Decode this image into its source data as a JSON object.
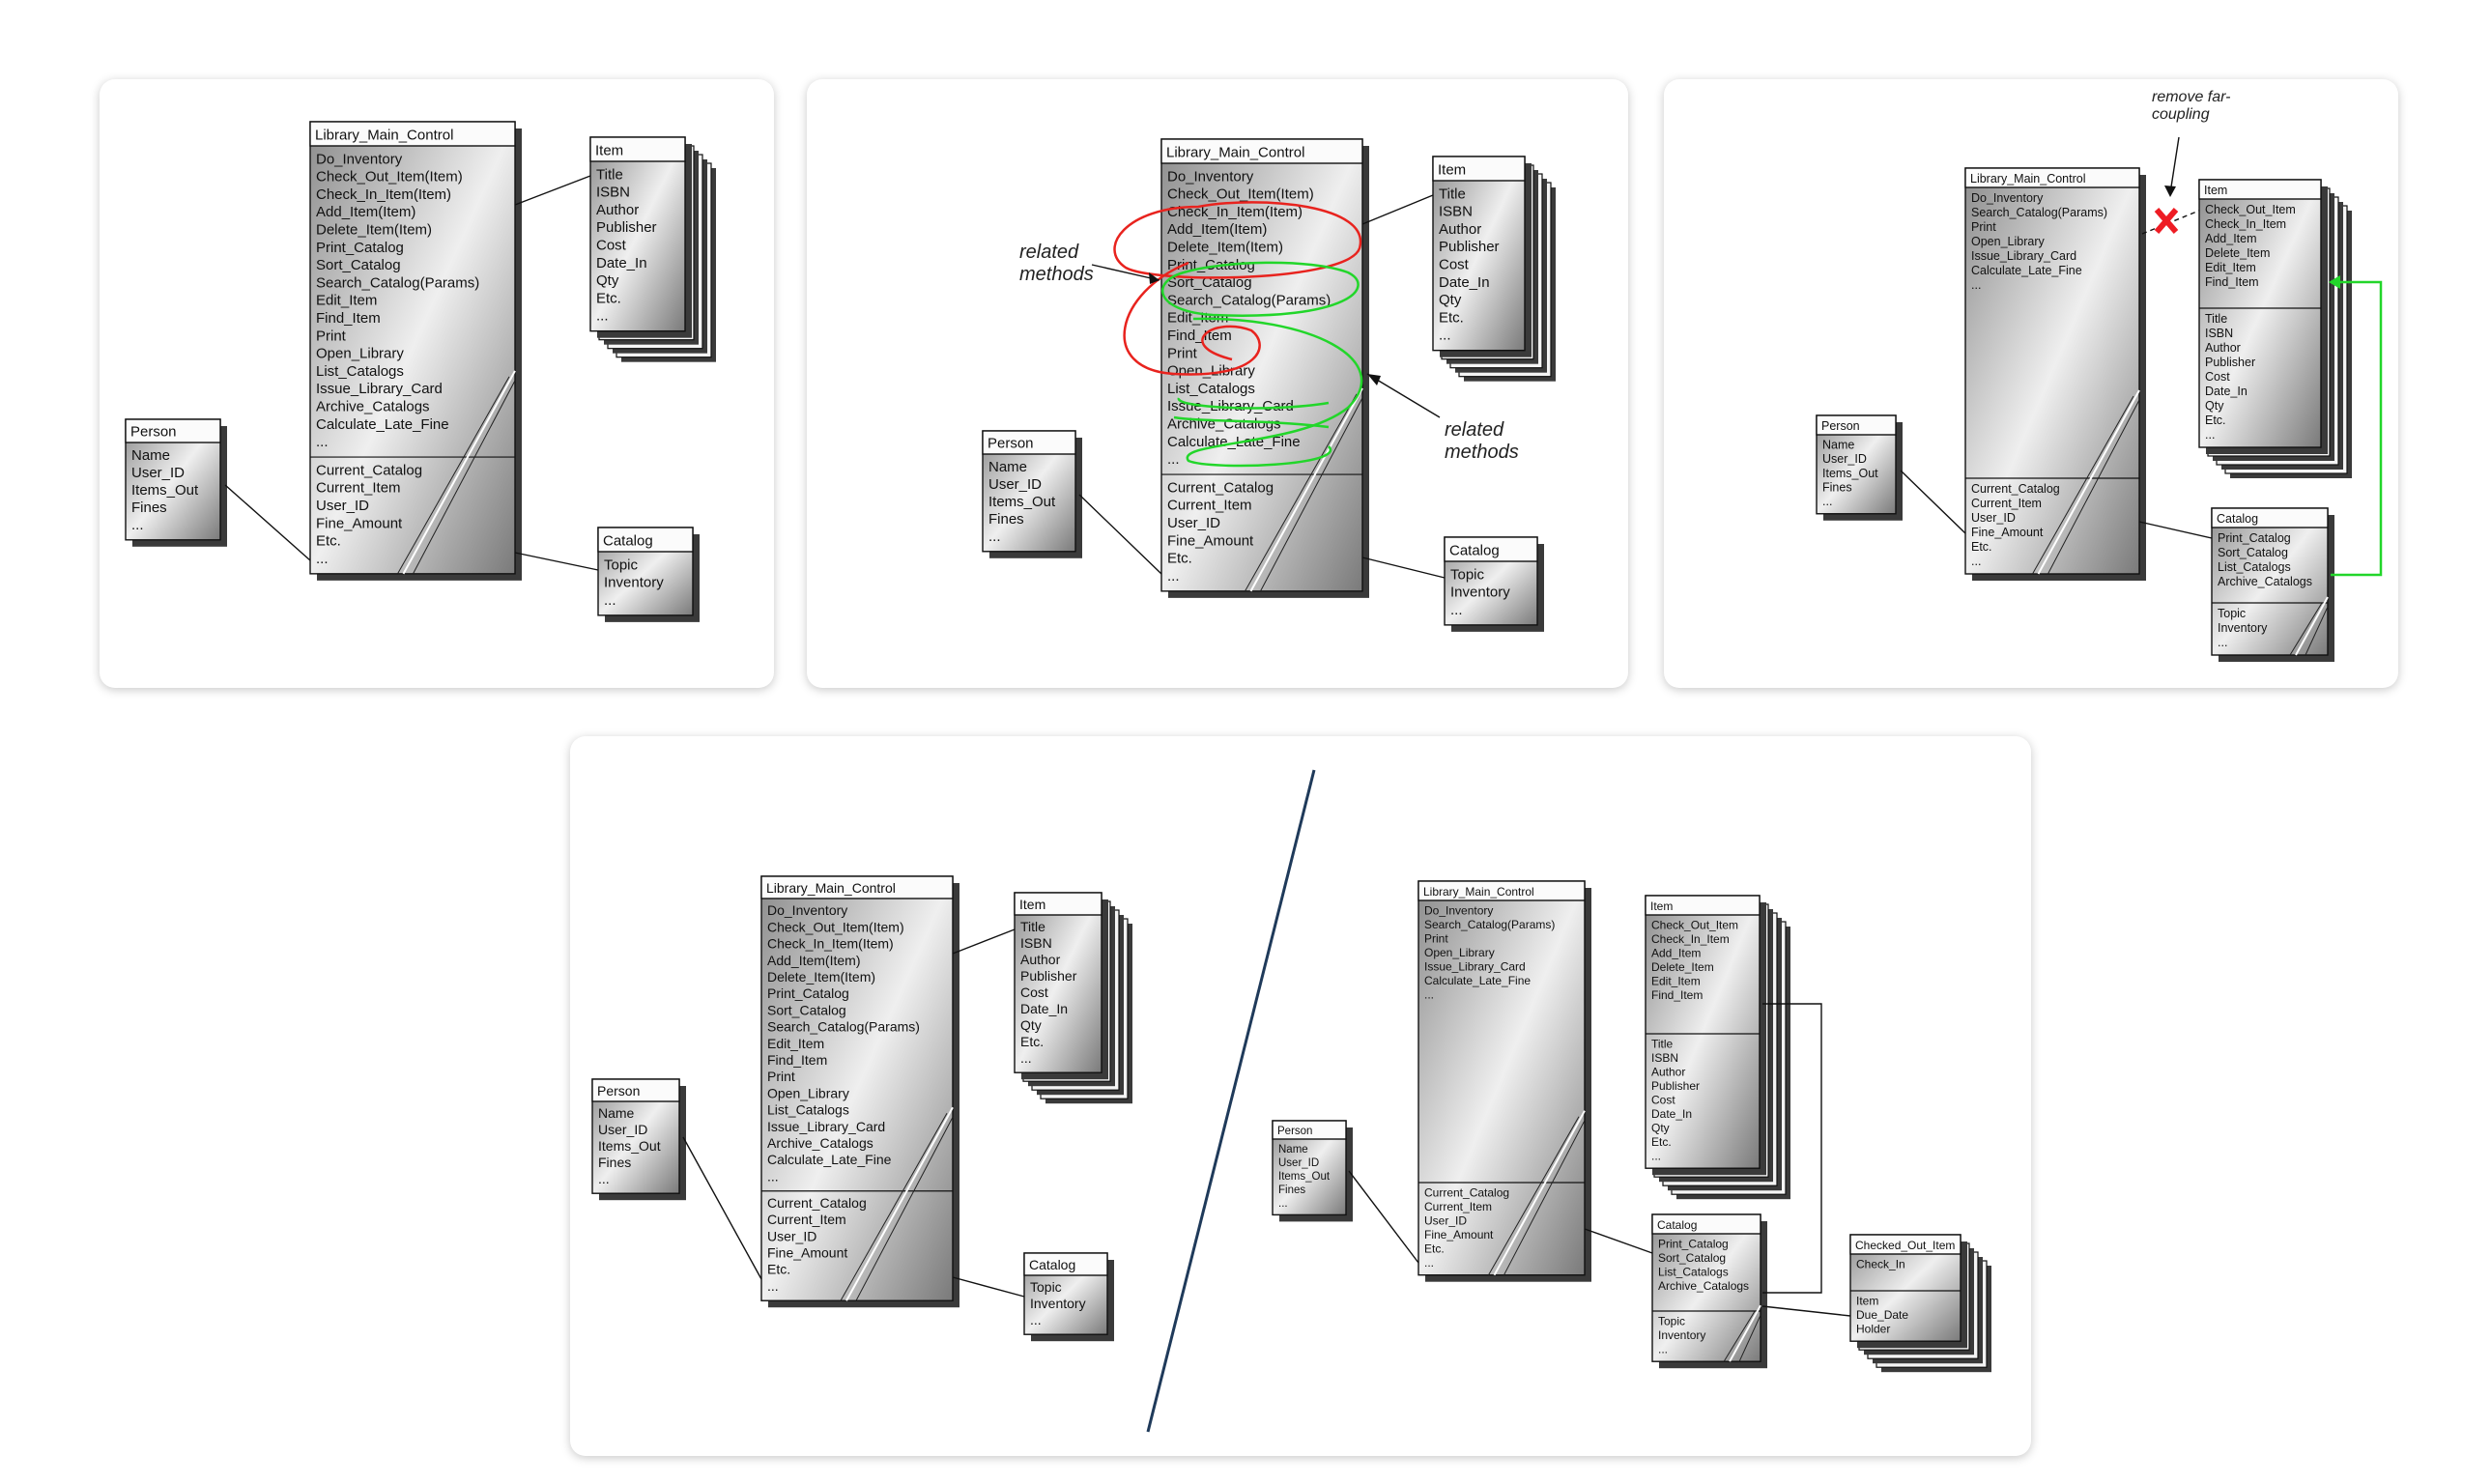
{
  "panels": [
    {
      "classes": {
        "lmc": {
          "title": "Library_Main_Control",
          "methods": [
            "Do_Inventory",
            "Check_Out_Item(Item)",
            "Check_In_Item(Item)",
            "Add_Item(Item)",
            "Delete_Item(Item)",
            "Print_Catalog",
            "Sort_Catalog",
            "Search_Catalog(Params)",
            "Edit_Item",
            "Find_Item",
            "Print",
            "Open_Library",
            "List_Catalogs",
            "Issue_Library_Card",
            "Archive_Catalogs",
            "Calculate_Late_Fine",
            "..."
          ],
          "attributes": [
            "Current_Catalog",
            "Current_Item",
            "User_ID",
            "Fine_Amount",
            "Etc.",
            "..."
          ]
        },
        "item": {
          "title": "Item",
          "attributes": [
            "Title",
            "ISBN",
            "Author",
            "Publisher",
            "Cost",
            "Date_In",
            "Qty",
            "Etc.",
            "..."
          ]
        },
        "person": {
          "title": "Person",
          "attributes": [
            "Name",
            "User_ID",
            "Items_Out",
            "Fines",
            "..."
          ]
        },
        "catalog": {
          "title": "Catalog",
          "attributes": [
            "Topic",
            "Inventory",
            "..."
          ]
        }
      }
    },
    {
      "annotations": [
        "related methods",
        "related methods"
      ],
      "classes": {
        "lmc": {
          "title": "Library_Main_Control",
          "methods": [
            "Do_Inventory",
            "Check_Out_Item(Item)",
            "Check_In_Item(Item)",
            "Add_Item(Item)",
            "Delete_Item(Item)",
            "Print_Catalog",
            "Sort_Catalog",
            "Search_Catalog(Params)",
            "Edit_Item",
            "Find_Item",
            "Print",
            "Open_Library",
            "List_Catalogs",
            "Issue_Library_Card",
            "Archive_Catalogs",
            "Calculate_Late_Fine",
            "..."
          ],
          "attributes": [
            "Current_Catalog",
            "Current_Item",
            "User_ID",
            "Fine_Amount",
            "Etc.",
            "..."
          ]
        },
        "item": {
          "title": "Item",
          "attributes": [
            "Title",
            "ISBN",
            "Author",
            "Publisher",
            "Cost",
            "Date_In",
            "Qty",
            "Etc.",
            "..."
          ]
        },
        "person": {
          "title": "Person",
          "attributes": [
            "Name",
            "User_ID",
            "Items_Out",
            "Fines",
            "..."
          ]
        },
        "catalog": {
          "title": "Catalog",
          "attributes": [
            "Topic",
            "Inventory",
            "..."
          ]
        }
      }
    },
    {
      "annotations": [
        "remove far-coupling"
      ],
      "classes": {
        "lmc": {
          "title": "Library_Main_Control",
          "methods": [
            "Do_Inventory",
            "Search_Catalog(Params)",
            "Print",
            "Open_Library",
            "Issue_Library_Card",
            "Calculate_Late_Fine",
            "..."
          ],
          "attributes": [
            "Current_Catalog",
            "Current_Item",
            "User_ID",
            "Fine_Amount",
            "Etc.",
            "..."
          ]
        },
        "item": {
          "title": "Item",
          "methods": [
            "Check_Out_Item",
            "Check_In_Item",
            "Add_Item",
            "Delete_Item",
            "Edit_Item",
            "Find_Item"
          ],
          "attributes": [
            "Title",
            "ISBN",
            "Author",
            "Publisher",
            "Cost",
            "Date_In",
            "Qty",
            "Etc.",
            "..."
          ]
        },
        "person": {
          "title": "Person",
          "attributes": [
            "Name",
            "User_ID",
            "Items_Out",
            "Fines",
            "..."
          ]
        },
        "catalog": {
          "title": "Catalog",
          "methods": [
            "Print_Catalog",
            "Sort_Catalog",
            "List_Catalogs",
            "Archive_Catalogs"
          ],
          "attributes": [
            "Topic",
            "Inventory",
            "..."
          ]
        }
      }
    },
    {
      "classes": {
        "lmc": {
          "title": "Library_Main_Control",
          "methods": [
            "Do_Inventory",
            "Check_Out_Item(Item)",
            "Check_In_Item(Item)",
            "Add_Item(Item)",
            "Delete_Item(Item)",
            "Print_Catalog",
            "Sort_Catalog",
            "Search_Catalog(Params)",
            "Edit_Item",
            "Find_Item",
            "Print",
            "Open_Library",
            "List_Catalogs",
            "Issue_Library_Card",
            "Archive_Catalogs",
            "Calculate_Late_Fine",
            "..."
          ],
          "attributes": [
            "Current_Catalog",
            "Current_Item",
            "User_ID",
            "Fine_Amount",
            "Etc.",
            "..."
          ]
        },
        "item": {
          "title": "Item",
          "attributes": [
            "Title",
            "ISBN",
            "Author",
            "Publisher",
            "Cost",
            "Date_In",
            "Qty",
            "Etc.",
            "..."
          ]
        },
        "person": {
          "title": "Person",
          "attributes": [
            "Name",
            "User_ID",
            "Items_Out",
            "Fines",
            "..."
          ]
        },
        "catalog": {
          "title": "Catalog",
          "attributes": [
            "Topic",
            "Inventory",
            "..."
          ]
        }
      }
    },
    {
      "classes": {
        "lmc": {
          "title": "Library_Main_Control",
          "methods": [
            "Do_Inventory",
            "Search_Catalog(Params)",
            "Print",
            "Open_Library",
            "Issue_Library_Card",
            "Calculate_Late_Fine",
            "..."
          ],
          "attributes": [
            "Current_Catalog",
            "Current_Item",
            "User_ID",
            "Fine_Amount",
            "Etc.",
            "..."
          ]
        },
        "item": {
          "title": "Item",
          "methods": [
            "Check_Out_Item",
            "Check_In_Item",
            "Add_Item",
            "Delete_Item",
            "Edit_Item",
            "Find_Item"
          ],
          "attributes": [
            "Title",
            "ISBN",
            "Author",
            "Publisher",
            "Cost",
            "Date_In",
            "Qty",
            "Etc.",
            "..."
          ]
        },
        "person": {
          "title": "Person",
          "attributes": [
            "Name",
            "User_ID",
            "Items_Out",
            "Fines",
            "..."
          ]
        },
        "catalog": {
          "title": "Catalog",
          "methods": [
            "Print_Catalog",
            "Sort_Catalog",
            "List_Catalogs",
            "Archive_Catalogs"
          ],
          "attributes": [
            "Topic",
            "Inventory",
            "..."
          ]
        },
        "checked": {
          "title": "Checked_Out_Item",
          "methods": [
            "Check_In"
          ],
          "attributes": [
            "Item",
            "Due_Date",
            "Holder"
          ]
        }
      }
    }
  ],
  "colors": {
    "red_loop": "#e8231e",
    "green_loop": "#22d62a",
    "arrow": "#2c4a66",
    "divider": "#1f3a5a",
    "x_mark": "#ee1c24"
  },
  "icons": [
    "right-arrow-icon",
    "remove-x-icon"
  ]
}
